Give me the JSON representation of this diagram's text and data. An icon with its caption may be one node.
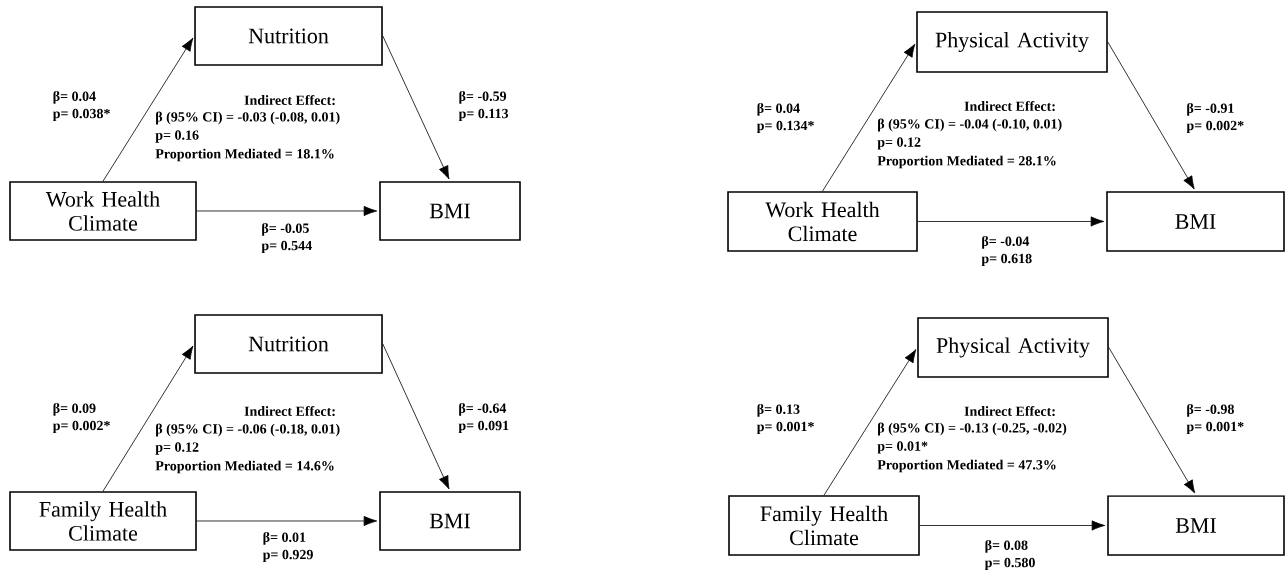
{
  "diagram": {
    "nodes": [
      {
        "text": [
          "Nutrition"
        ]
      },
      {
        "text": [
          "Work Health Climate"
        ]
      },
      {
        "text": [
          "BMI"
        ]
      },
      {
        "text": [
          "Physical Activity"
        ]
      },
      {
        "text": [
          "Work Health Climate"
        ]
      },
      {
        "text": [
          "BMI"
        ]
      },
      {
        "text": [
          "Nutrition"
        ]
      },
      {
        "text": [
          "Family Health Climate"
        ]
      },
      {
        "text": [
          "BMI"
        ]
      },
      {
        "text": [
          "Physical Activity"
        ]
      },
      {
        "text": [
          "Family Health Climate"
        ]
      },
      {
        "text": [
          "BMI"
        ]
      }
    ],
    "edges": [
      {
        "from": 1,
        "to": 0,
        "arrow": "to",
        "label": "β= 0.04 p= 0.038*"
      },
      {
        "from": 0,
        "to": 2,
        "arrow": "to",
        "label": "β= -0.59 p= 0.113"
      },
      {
        "from": 1,
        "to": 2,
        "arrow": "to",
        "label": "β= -0.05 p= 0.544"
      },
      {
        "from": 4,
        "to": 3,
        "arrow": "to",
        "label": "β= 0.04 p= 0.134*"
      },
      {
        "from": 3,
        "to": 5,
        "arrow": "to",
        "label": "β= -0.91 p= 0.002*"
      },
      {
        "from": 4,
        "to": 5,
        "arrow": "to",
        "label": "β= -0.04 p= 0.618"
      },
      {
        "from": 7,
        "to": 6,
        "arrow": "to",
        "label": "β= 0.09 p= 0.002*"
      },
      {
        "from": 6,
        "to": 8,
        "arrow": "to",
        "label": "β= -0.64 p= 0.091"
      },
      {
        "from": 7,
        "to": 8,
        "arrow": "to",
        "label": "β= 0.01 p= 0.929"
      },
      {
        "from": 10,
        "to": 9,
        "arrow": "to",
        "label": "β= 0.13 p= 0.001*"
      },
      {
        "from": 9,
        "to": 11,
        "arrow": "to",
        "label": "β= -0.98 p= 0.001*"
      },
      {
        "from": 10,
        "to": 11,
        "arrow": "to",
        "label": "β= 0.08 p= 0.580"
      }
    ],
    "labels": [
      "Indirect Effect:",
      "β (95% CI) = -0.03 (-0.08, 0.01)",
      "p= 0.16",
      "Proportion Mediated = 18.1%",
      "Indirect Effect:",
      "β (95% CI) = -0.04 (-0.10, 0.01)",
      "p= 0.12",
      "Proportion Mediated = 28.1%",
      "Indirect Effect:",
      "β (95% CI) = -0.06 (-0.18, 0.01)",
      "p= 0.12",
      "Proportion Mediated = 14.6%",
      "Indirect Effect:",
      "β (95% CI) = -0.13 (-0.25, -0.02)",
      "p= 0.01*",
      "Proportion Mediated = 47.3%"
    ]
  }
}
